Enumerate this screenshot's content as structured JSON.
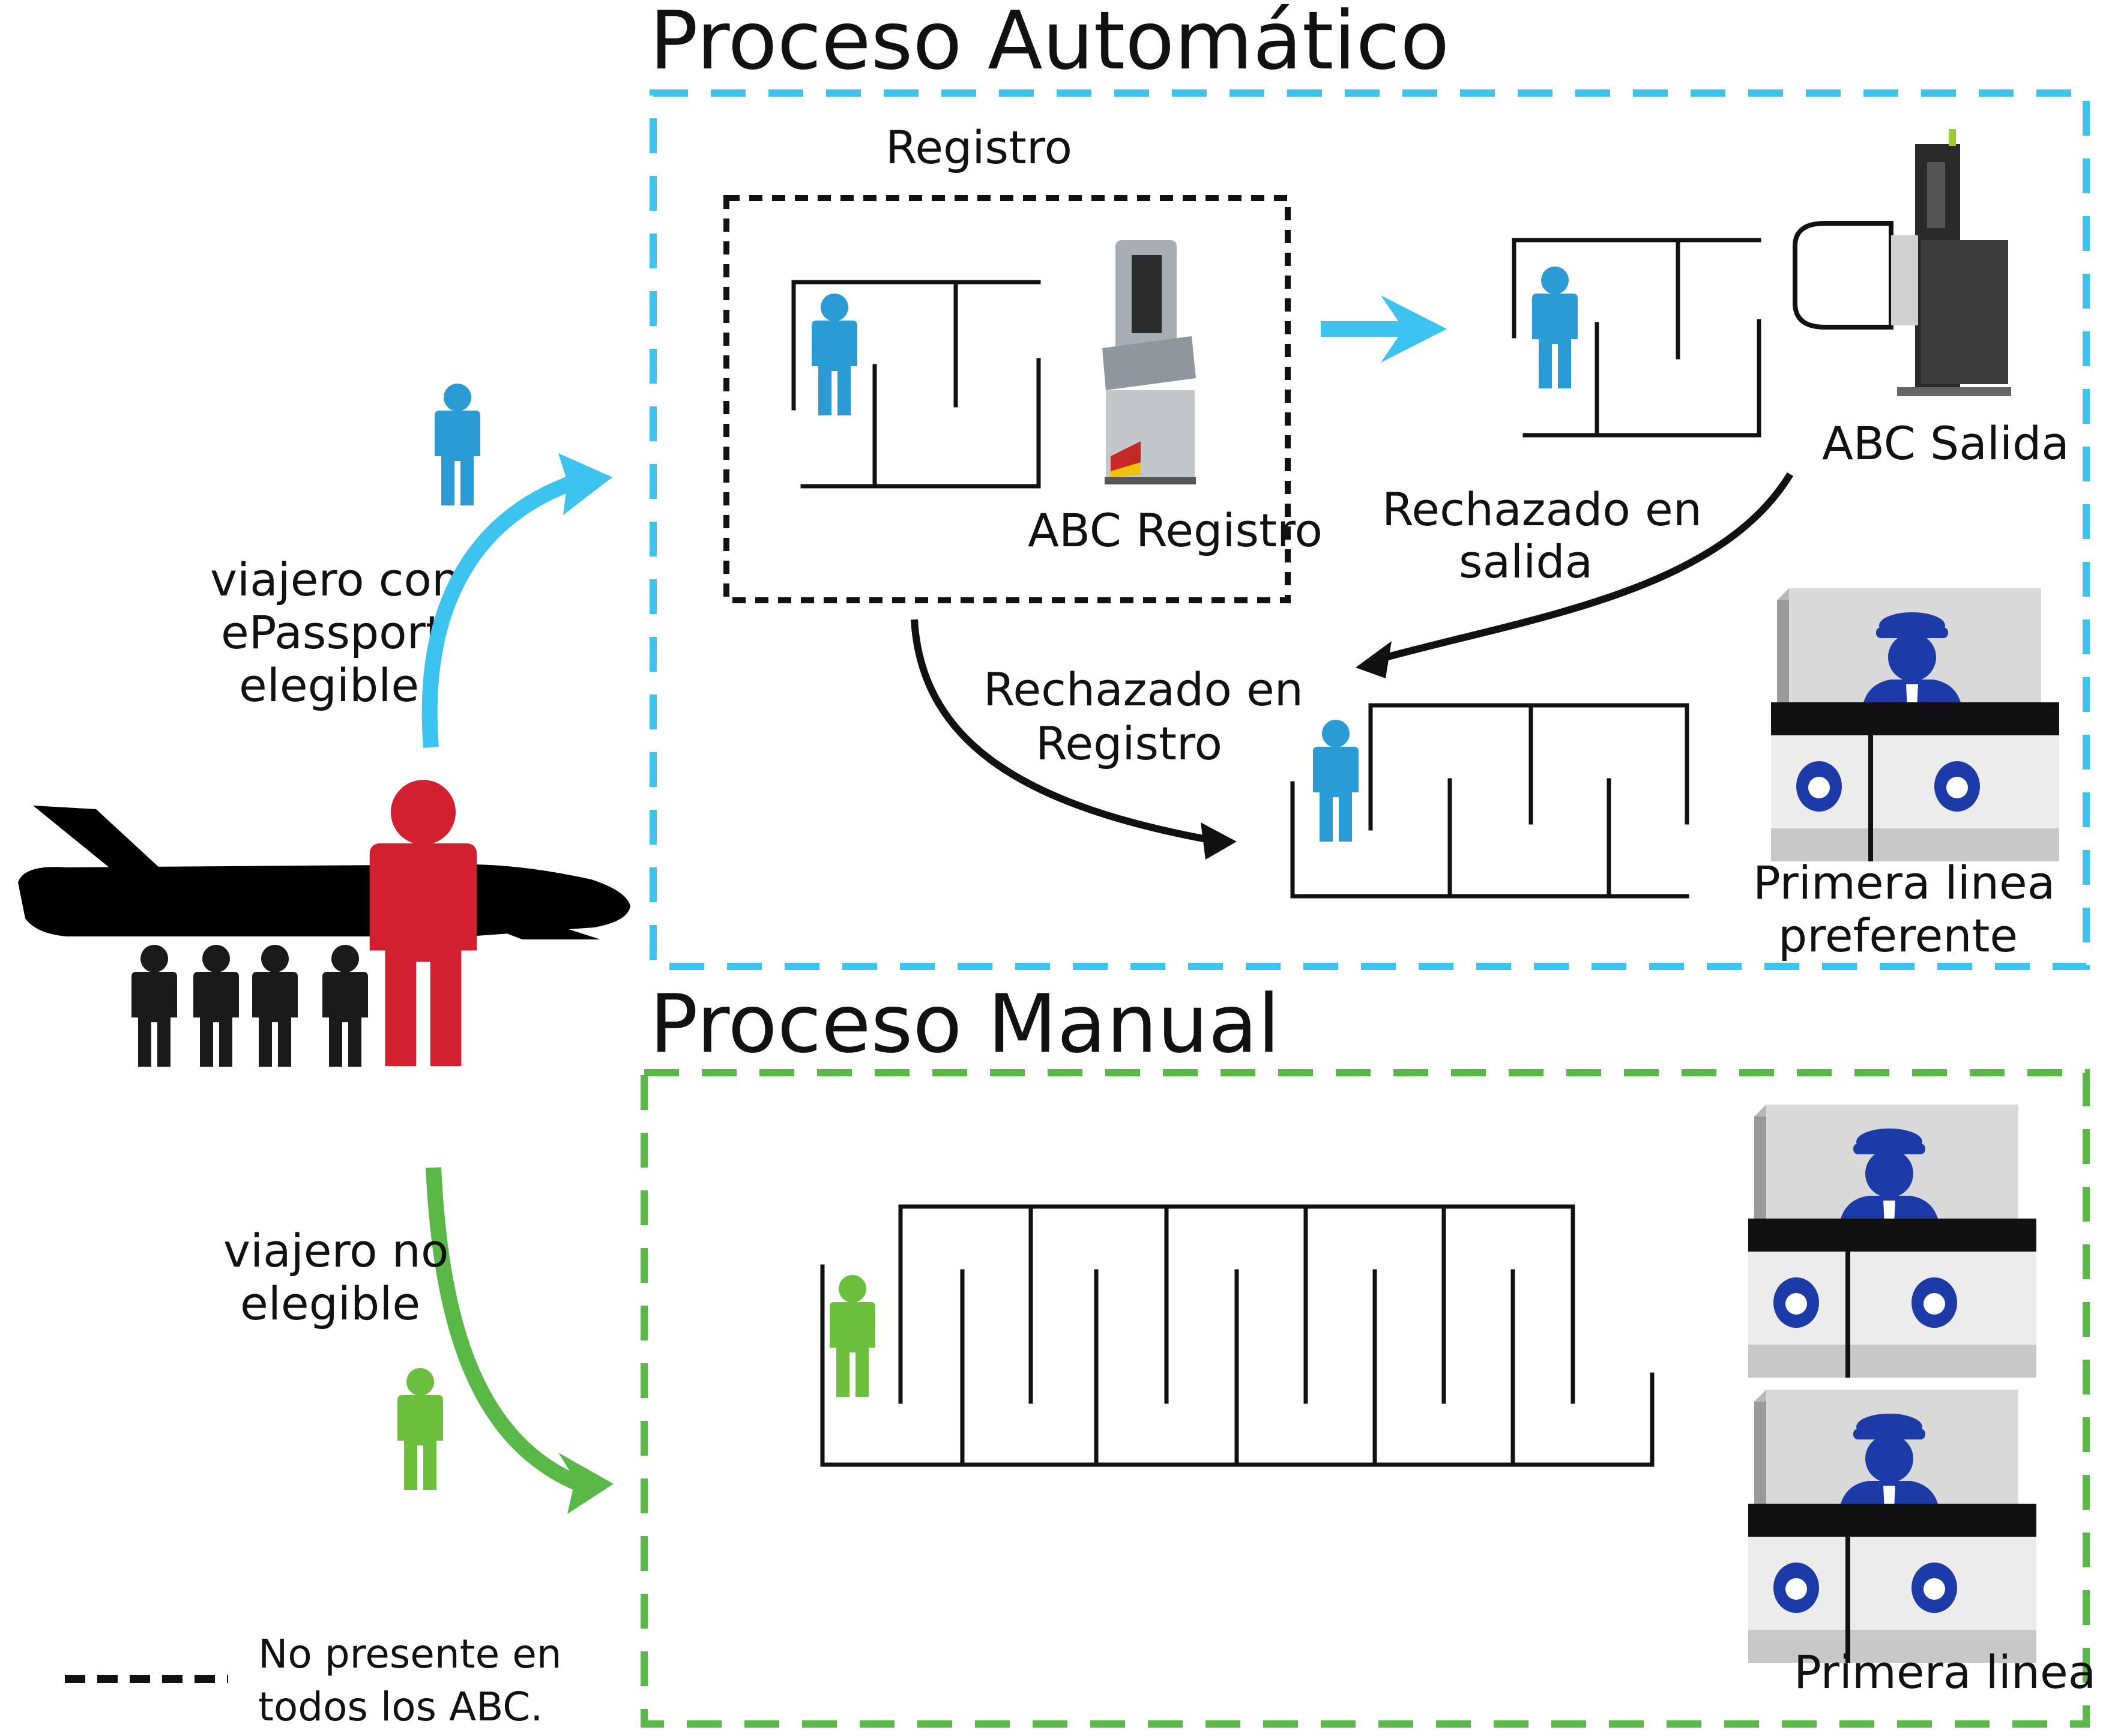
{
  "titles": {
    "auto": "Proceso Automático",
    "manual": "Proceso Manual"
  },
  "labels": {
    "registro": "Registro",
    "abc_registro": "ABC Registro",
    "abc_salida": "ABC Salida",
    "rechazado_salida_1": "Rechazado en",
    "rechazado_salida_2": "salida",
    "rechazado_registro_1": "Rechazado en",
    "rechazado_registro_2": "Registro",
    "primera_linea_pref_1": "Primera linea",
    "primera_linea_pref_2": "preferente",
    "primera_linea": "Primera linea",
    "eligible_1": "viajero con",
    "eligible_2": "ePassport",
    "eligible_3": "elegible",
    "no_eligible_1": "viajero no",
    "no_eligible_2": "elegible",
    "legend_1": "No presente en",
    "legend_2": "todos los ABC."
  },
  "colors": {
    "auto_border": "#3cc3f0",
    "manual_border": "#5ab946",
    "person_blue": "#2a9bd4",
    "person_red": "#d22030",
    "person_green": "#6cbf3c",
    "person_black": "#1a1a1a",
    "officer": "#1c3aa8"
  },
  "icons": [
    "airplane-icon",
    "person-icon",
    "abc-kiosk-icon",
    "abc-gate-icon",
    "police-booth-icon",
    "arrow-icon"
  ]
}
